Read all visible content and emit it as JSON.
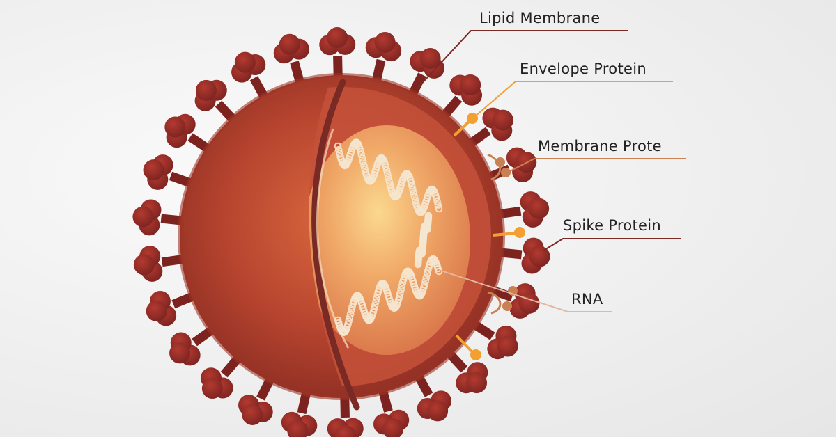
{
  "labels": {
    "lipid_membrane": "Lipid Membrane",
    "envelope_protein": "Envelope Protein",
    "membrane_protein": "Membrane Prote",
    "spike_protein": "Spike Protein",
    "rna": "RNA"
  },
  "colors": {
    "background": "#efefef",
    "virus_body": "#b8452f",
    "spike": "#8e2a22",
    "envelope_protein": "#f2a031",
    "membrane_protein": "#c98052",
    "rna": "#f5e6cf",
    "line_dark": "#7a2a24",
    "line_orange": "#f2a031",
    "line_tan": "#c98052",
    "line_light": "#e3b7a2"
  }
}
